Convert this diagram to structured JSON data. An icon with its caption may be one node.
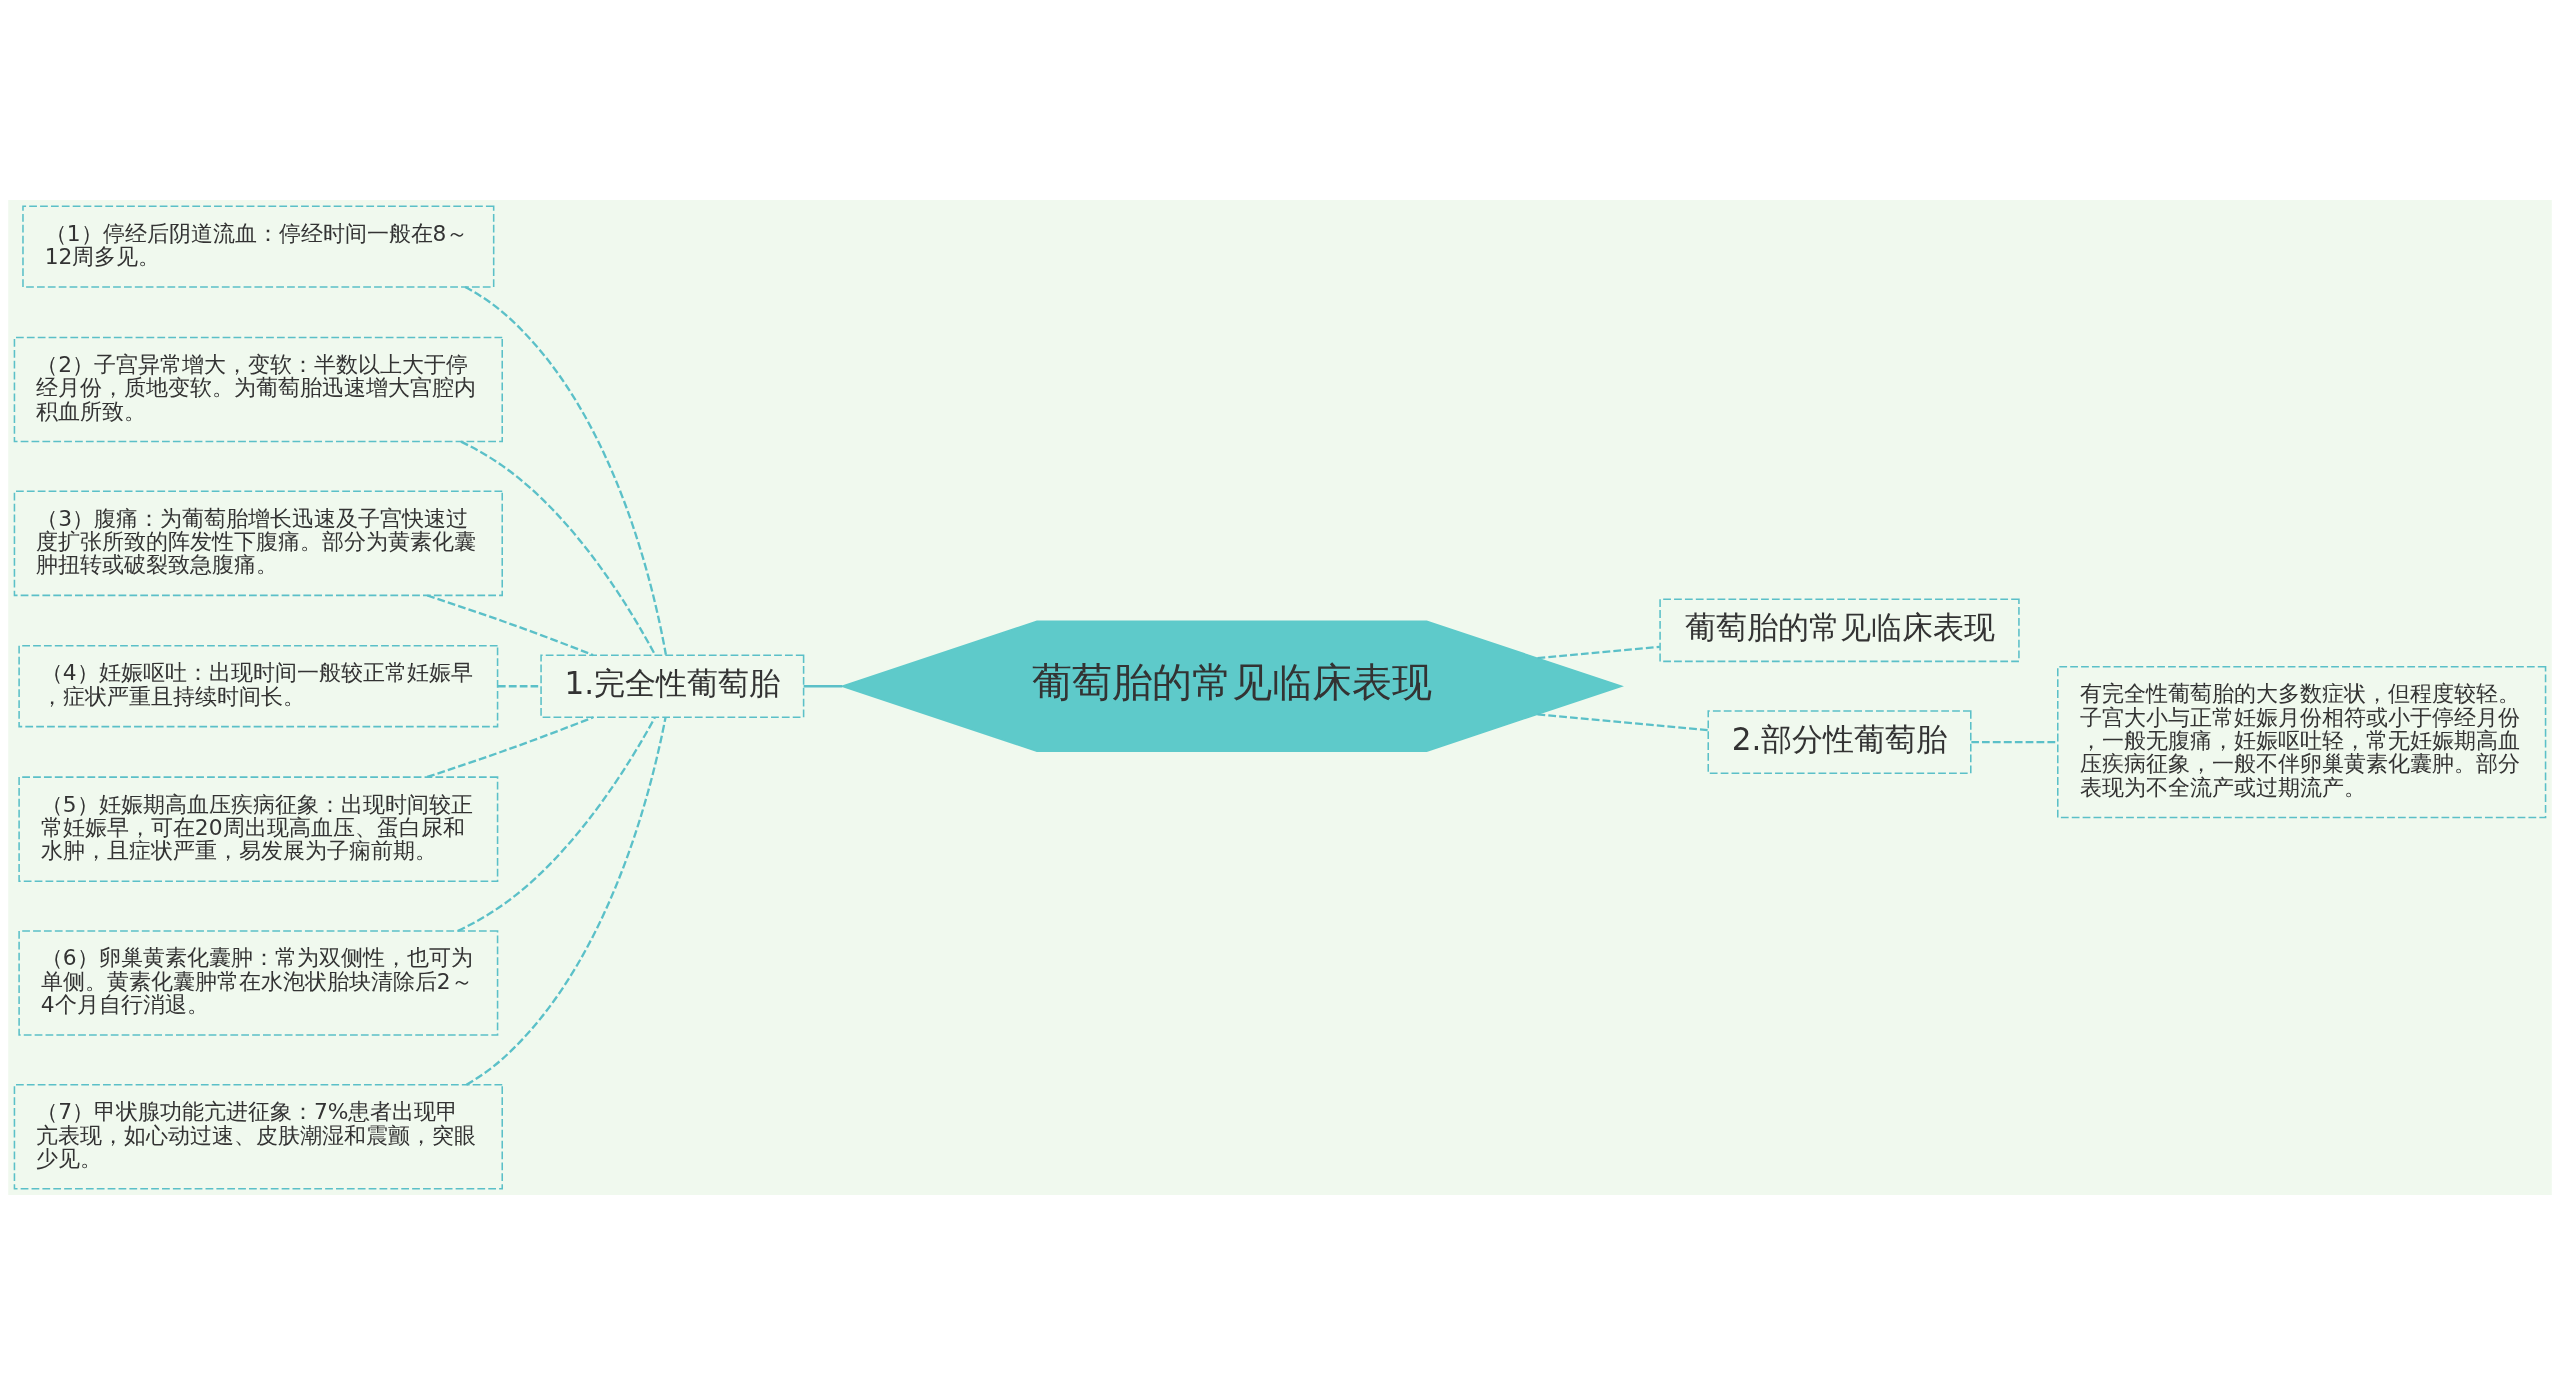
{
  "diagram": {
    "nodes": [
      {
        "text": [
          "葡萄胎的常见临床表现"
        ]
      },
      {
        "text": [
          "1.完全性葡萄胎"
        ]
      },
      {
        "text": [
          "（1）停经后阴道流血：停经时间一般在8～12周多见。"
        ]
      },
      {
        "text": [
          "（2）子宫异常增大，变软：半数以上大于停经月份，质地变软。为葡萄胎迅速增大宫腔内积血所致。"
        ]
      },
      {
        "text": [
          "（3）腹痛：为葡萄胎增长迅速及子宫快速过度扩张所致的阵发性下腹痛。部分为黄素化囊肿扭转或破裂致急腹痛。"
        ]
      },
      {
        "text": [
          "（4）妊娠呕吐：出现时间一般较正常妊娠早，症状严重且持续时间长。"
        ]
      },
      {
        "text": [
          "（5）妊娠期高血压疾病征象：出现时间较正常妊娠早，可在20周出现高血压、蛋白尿和水肿，且症状严重，易发展为子痫前期。"
        ]
      },
      {
        "text": [
          "（6）卵巢黄素化囊肿：常为双侧性，也可为单侧。黄素化囊肿常在水泡状胎块清除后2～4个月自行消退。"
        ]
      },
      {
        "text": [
          "（7）甲状腺功能亢进征象：7%患者出现甲亢表现，如心动过速、皮肤潮湿和震颤，突眼少见。"
        ]
      },
      {
        "text": [
          "葡萄胎的常见临床表现"
        ]
      },
      {
        "text": [
          "2.部分性葡萄胎"
        ]
      },
      {
        "text": [
          "有完全性葡萄胎的大多数症状，但程度较轻。子宫大小与正常妊娠月份相符或小于停经月份，一般无腹痛，妊娠呕吐轻，常无妊娠期高血压疾病征象，一般不伴卵巢黄素化囊肿。部分表现为不全流产或过期流产。"
        ]
      }
    ],
    "edges": [
      {
        "from": 1,
        "to": 0,
        "arrow": "none"
      },
      {
        "from": 2,
        "to": 1,
        "arrow": "none",
        "style": "dashed"
      },
      {
        "from": 3,
        "to": 1,
        "arrow": "none",
        "style": "dashed"
      },
      {
        "from": 4,
        "to": 1,
        "arrow": "none",
        "style": "dashed"
      },
      {
        "from": 5,
        "to": 1,
        "arrow": "none",
        "style": "dashed"
      },
      {
        "from": 6,
        "to": 1,
        "arrow": "none",
        "style": "dashed"
      },
      {
        "from": 7,
        "to": 1,
        "arrow": "none",
        "style": "dashed"
      },
      {
        "from": 8,
        "to": 1,
        "arrow": "none",
        "style": "dashed"
      },
      {
        "from": 0,
        "to": 9,
        "arrow": "none",
        "style": "dashed"
      },
      {
        "from": 0,
        "to": 10,
        "arrow": "none",
        "style": "dashed"
      },
      {
        "from": 10,
        "to": 11,
        "arrow": "none",
        "style": "dashed"
      }
    ]
  }
}
